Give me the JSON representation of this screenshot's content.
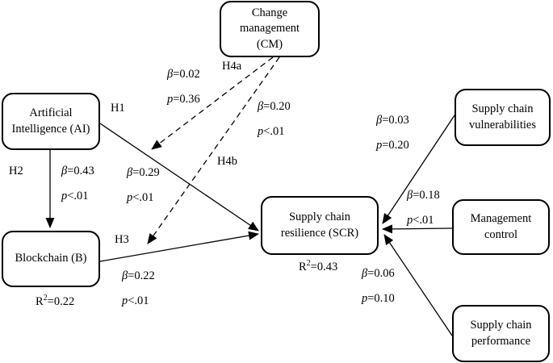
{
  "figure": {
    "background_color": "#ffffff",
    "line_color": "#000000"
  },
  "nodes": {
    "cm": {
      "label": "Change management (CM)"
    },
    "ai": {
      "label": "Artificial Intelligence (AI)"
    },
    "b": {
      "label": "Blockchain (B)"
    },
    "scr": {
      "label": "Supply chain resilience (SCR)"
    },
    "scv": {
      "label": "Supply chain vulnerabilities"
    },
    "mc": {
      "label": "Management control"
    },
    "scp": {
      "label": "Supply chain performance"
    }
  },
  "r_squared": {
    "b": {
      "base": "R",
      "sup": "2",
      "value": "=0.22"
    },
    "scr": {
      "base": "R",
      "sup": "2",
      "value": "=0.43"
    }
  },
  "hypotheses": {
    "h1": "H1",
    "h2": "H2",
    "h3": "H3",
    "h4a": "H4a",
    "h4b": "H4b"
  },
  "paths": {
    "h1": {
      "beta_sym": "β",
      "beta_val": "=0.29",
      "p_sym": "p",
      "p_val": "<.01"
    },
    "h2": {
      "beta_sym": "β",
      "beta_val": "=0.43",
      "p_sym": "p",
      "p_val": "<.01"
    },
    "h3": {
      "beta_sym": "β",
      "beta_val": "=0.22",
      "p_sym": "p",
      "p_val": "<.01"
    },
    "h4a": {
      "beta_sym": "β",
      "beta_val": "=0.02",
      "p_sym": "p",
      "p_val": "=0.36"
    },
    "h4b": {
      "beta_sym": "β",
      "beta_val": "=0.20",
      "p_sym": "p",
      "p_val": "<.01"
    },
    "scv": {
      "beta_sym": "β",
      "beta_val": "=0.03",
      "p_sym": "p",
      "p_val": "=0.20"
    },
    "mc": {
      "beta_sym": "β",
      "beta_val": "=0.18",
      "p_sym": "p",
      "p_val": "<.01"
    },
    "scp": {
      "beta_sym": "β",
      "beta_val": "=0.06",
      "p_sym": "p",
      "p_val": "=0.10"
    }
  },
  "edges": [
    {
      "from": "ai",
      "to": "scr",
      "style": "solid",
      "hypothesis": "H1"
    },
    {
      "from": "ai",
      "to": "b",
      "style": "solid",
      "hypothesis": "H2"
    },
    {
      "from": "b",
      "to": "scr",
      "style": "solid",
      "hypothesis": "H3"
    },
    {
      "from": "cm",
      "to": "path-ai-scr",
      "style": "dashed",
      "hypothesis": "H4a"
    },
    {
      "from": "cm",
      "to": "path-b-scr",
      "style": "dashed",
      "hypothesis": "H4b"
    },
    {
      "from": "scv",
      "to": "scr",
      "style": "solid"
    },
    {
      "from": "mc",
      "to": "scr",
      "style": "solid"
    },
    {
      "from": "scp",
      "to": "scr",
      "style": "solid"
    }
  ]
}
